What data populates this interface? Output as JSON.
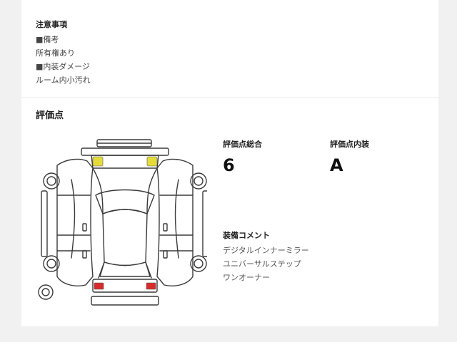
{
  "notes": {
    "title": "注意事項",
    "lines": [
      "■備考",
      "所有権あり",
      "■内装ダメージ",
      "ルーム内小汚れ"
    ]
  },
  "evaluation": {
    "title": "評価点",
    "overall_label": "評価点総合",
    "overall_value": "6",
    "interior_label": "評価点内装",
    "interior_value": "A"
  },
  "equipment": {
    "title": "装備コメント",
    "items": [
      "デジタルインナーミラー",
      "ユニバーサルステップ",
      "ワンオーナー"
    ]
  },
  "diagram": {
    "marks": [
      {
        "area": "front-left-corner",
        "color": "#e5dc3a"
      },
      {
        "area": "front-right-corner",
        "color": "#e5dc3a"
      },
      {
        "area": "rear-left-corner",
        "color": "#d92b2b"
      },
      {
        "area": "rear-right-corner",
        "color": "#d92b2b"
      }
    ]
  }
}
